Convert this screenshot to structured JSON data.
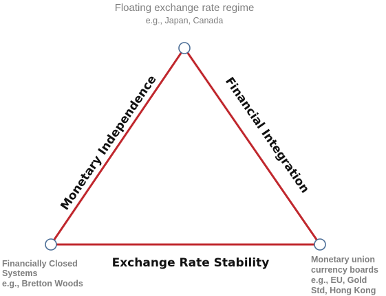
{
  "vertices": {
    "top": {
      "title": "Floating exchange rate regime",
      "example": "e.g., Japan, Canada"
    },
    "bottom_left": {
      "title": "Financially Closed Systems",
      "example": "e.g., Bretton Woods"
    },
    "bottom_right": {
      "title": "Monetary union currency boards",
      "example": "e.g., EU, Gold Std, Hong Kong"
    }
  },
  "sides": {
    "left": "Monetary Independence",
    "right": "Financial Integration",
    "bottom": "Exchange Rate Stability"
  },
  "colors": {
    "edge": "#c0272d",
    "vertex_stroke": "#4a6d96",
    "vertex_text": "#7f7f7f",
    "side_text": "#111111"
  }
}
